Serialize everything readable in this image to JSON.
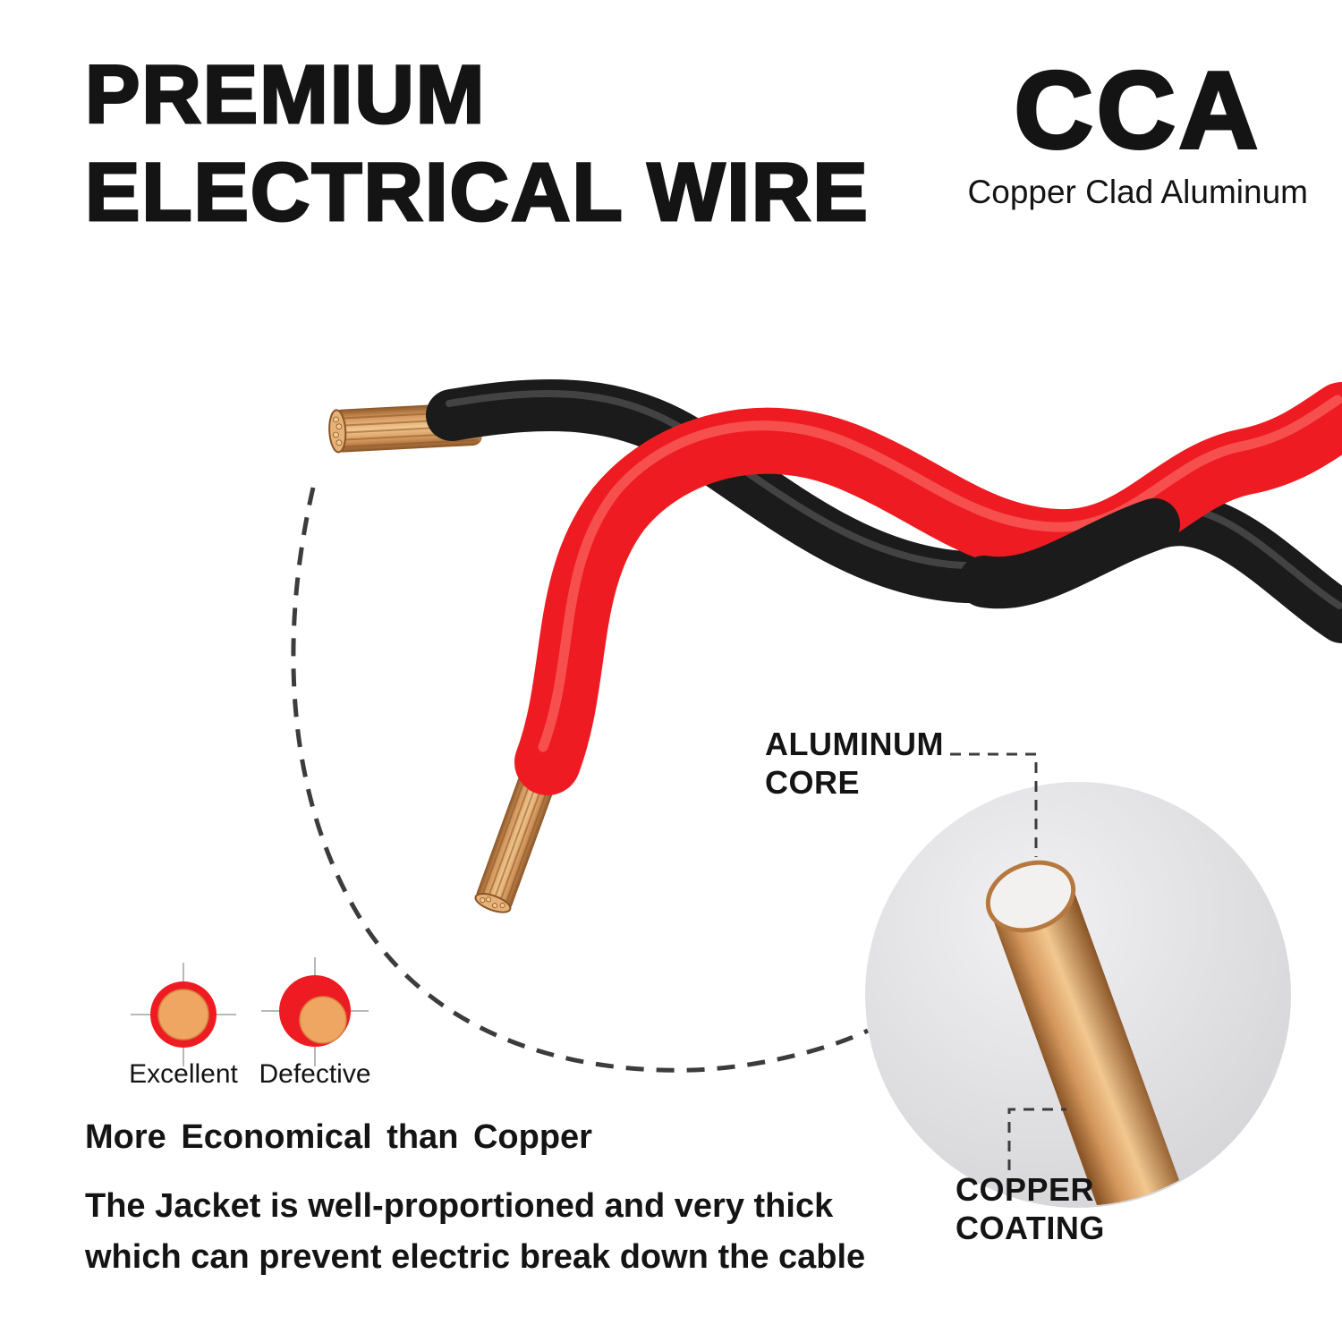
{
  "header": {
    "title_line1": "PREMIUM",
    "title_line2": "ELECTRICAL WIRE",
    "badge": "CCA",
    "badge_subtitle": "Copper Clad Aluminum"
  },
  "callouts": {
    "aluminum_core_line1": "ALUMINUM",
    "aluminum_core_line2": "CORE",
    "copper_coating_line1": "COPPER",
    "copper_coating_line2": "COATING"
  },
  "cross_sections": {
    "excellent_label": "Excellent",
    "defective_label": "Defective"
  },
  "body_text": {
    "line1": "More Economical than Copper",
    "line2": "The Jacket is well-proportioned and very thick",
    "line3": "which can prevent electric break down the cable"
  },
  "icons": {
    "excellent_icon": "wire-cross-section-centered",
    "defective_icon": "wire-cross-section-offset",
    "zoom_circle": "magnified-wire-core-view"
  },
  "colors": {
    "text_black": "#141414",
    "wire_red": "#ee1c22",
    "wire_black": "#1b1b1b",
    "copper_light": "#f2c890",
    "copper_mid": "#d3965b",
    "copper_dark": "#8a5527",
    "copper_face": "#e7b277",
    "copper_cross_section": "#efa663",
    "aluminum_white": "#f2f1ef",
    "zoom_gray_light": "#f1f1f3",
    "zoom_gray_dark": "#d3d3d6",
    "dashed_gray": "#3c3c3c",
    "crosshair_gray": "#a0a0a0"
  }
}
